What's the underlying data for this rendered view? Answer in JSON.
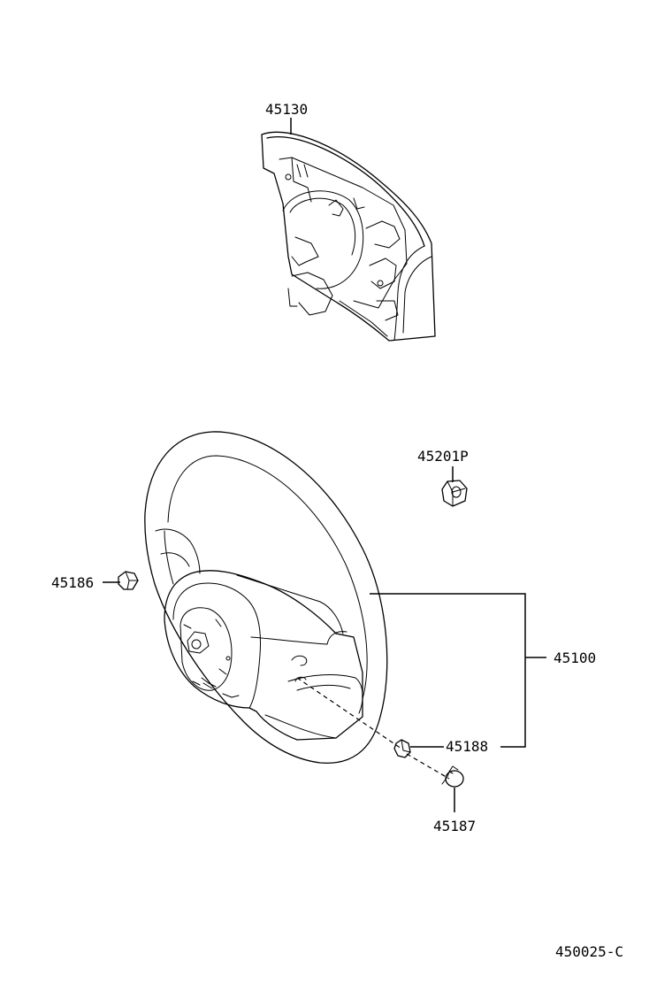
{
  "parts": {
    "airbag": {
      "number": "45130"
    },
    "nut": {
      "number": "45201P"
    },
    "cover_left": {
      "number": "45186"
    },
    "wheel_assembly": {
      "number": "45100"
    },
    "screw": {
      "number": "45188"
    },
    "plug": {
      "number": "45187"
    }
  },
  "illustration_code": "450025-C"
}
